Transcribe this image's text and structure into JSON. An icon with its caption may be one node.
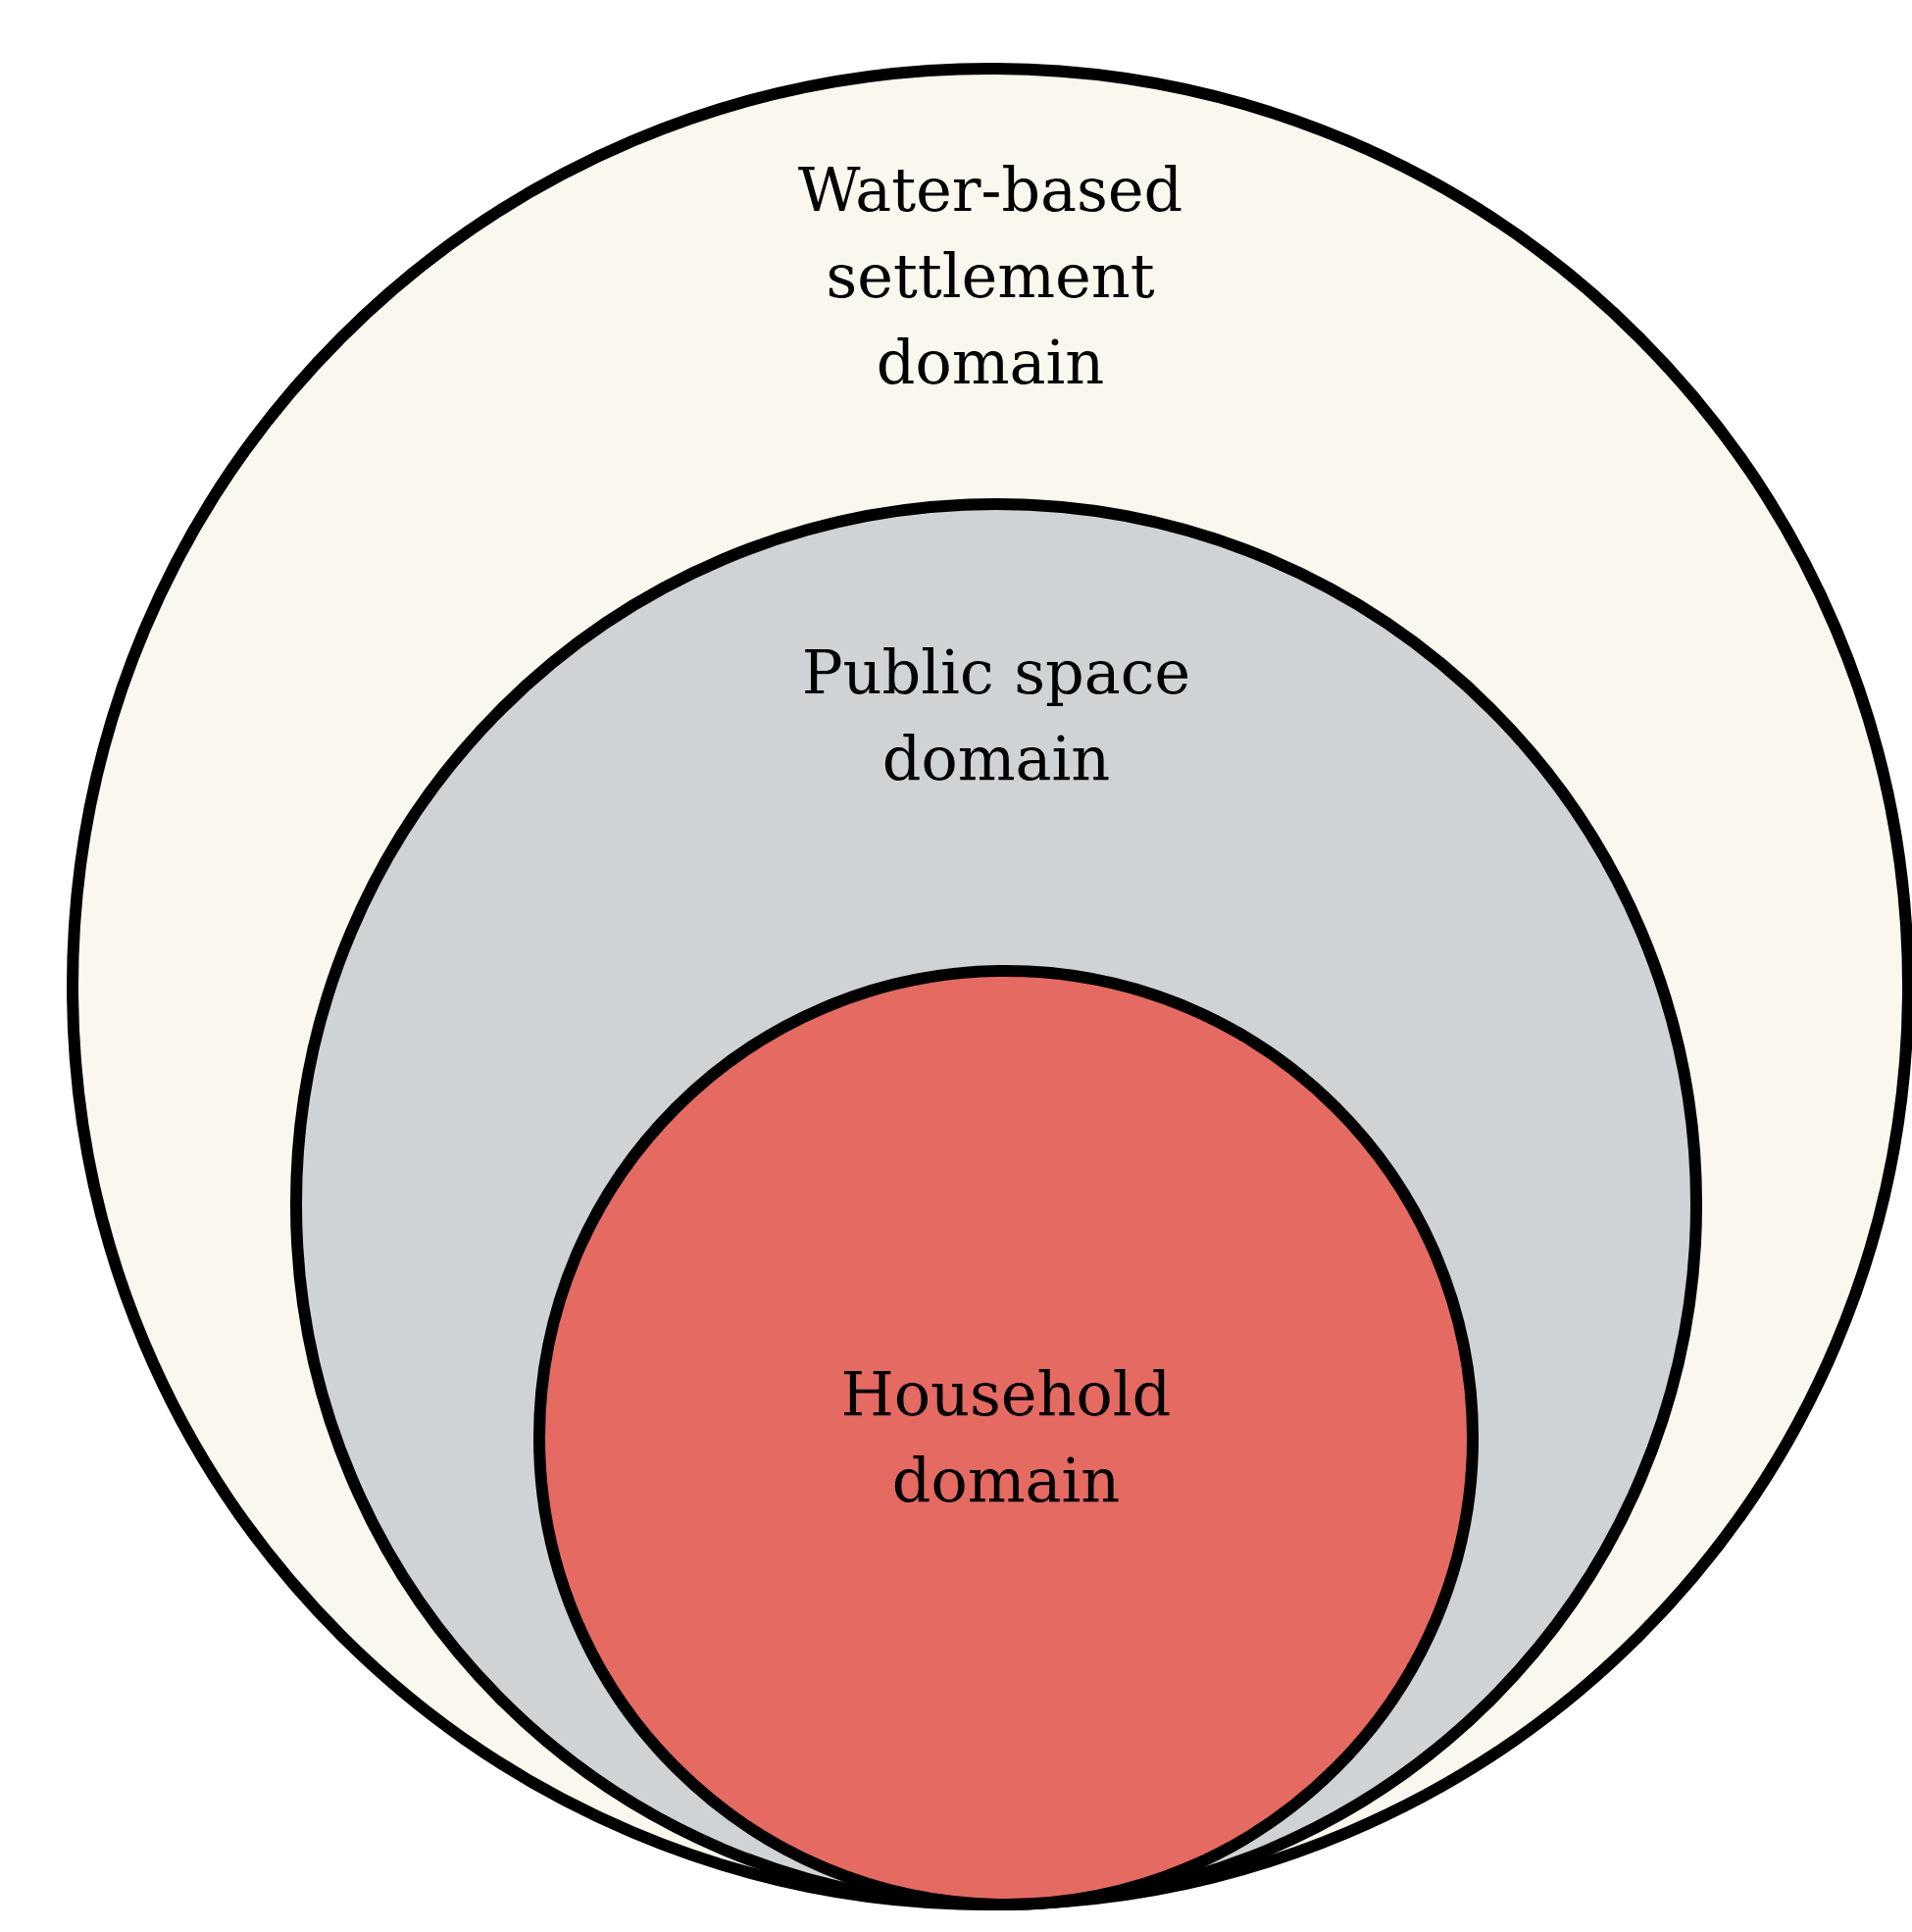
{
  "diagram": {
    "nodes": [
      {
        "text": [
          "Water-based settlement domain"
        ]
      },
      {
        "text": [
          "Public space domain"
        ],
        "in": 0
      },
      {
        "text": [
          "Household domain"
        ],
        "in": 1
      }
    ]
  }
}
